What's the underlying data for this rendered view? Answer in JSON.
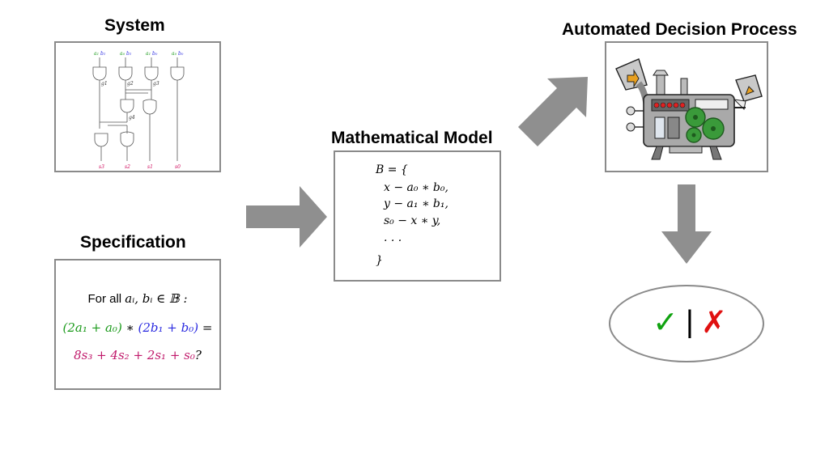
{
  "headings": {
    "system": "System",
    "specification": "Specification",
    "model": "Mathematical Model",
    "decision": "Automated Decision Process"
  },
  "circuit": {
    "inputs": [
      {
        "a": "a",
        "a_sub": "1",
        "b": "b",
        "b_sub": "1"
      },
      {
        "a": "a",
        "a_sub": "0",
        "b": "b",
        "b_sub": "1"
      },
      {
        "a": "a",
        "a_sub": "1",
        "b": "b",
        "b_sub": "0"
      },
      {
        "a": "a",
        "a_sub": "0",
        "b": "b",
        "b_sub": "0"
      }
    ],
    "gate_labels": [
      "g1",
      "g2",
      "g3",
      "g4"
    ],
    "outputs": [
      "s3",
      "s2",
      "s1",
      "s0"
    ],
    "colors": {
      "a": "#1a9a1a",
      "b": "#2a2ae0",
      "s": "#d01060"
    }
  },
  "spec": {
    "line1_prefix": "For all",
    "line1_math": "a",
    "line1_vars": "aᵢ, bᵢ ∈ 𝔹 :",
    "line2_green": "(2a₁ + a₀)",
    "line2_op": " ∗ ",
    "line2_blue": "(2b₁ + b₀)",
    "line2_eq": " =",
    "line3_red": "8s₃ + 4s₂ + 2s₁ + s₀",
    "line3_q": "?",
    "colors": {
      "green": "#1a9a1a",
      "blue": "#2a2ae0",
      "red": "#c0186a"
    }
  },
  "model": {
    "lines": [
      "B = {",
      "x − a₀ ∗ b₀,",
      "y − a₁ ∗ b₁,",
      "s₀ − x ∗ y,",
      ". . .",
      "}"
    ]
  },
  "result": {
    "check": "✓",
    "cross": "✗",
    "separator": "|",
    "colors": {
      "check": "#11a311",
      "cross": "#e01010"
    }
  },
  "colors": {
    "arrow": "#8f8f8f",
    "box_border": "#8a8a8a"
  }
}
